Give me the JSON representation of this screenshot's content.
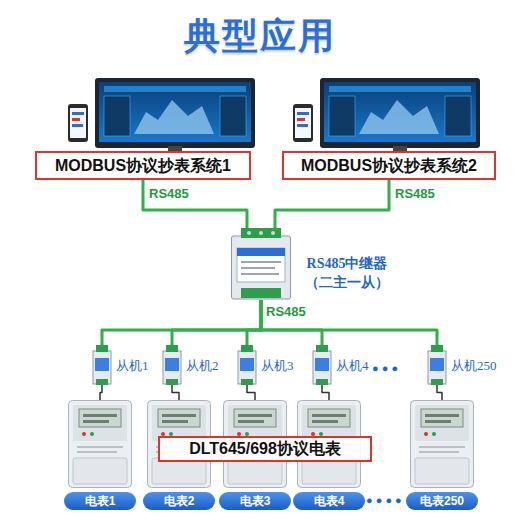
{
  "diagram": {
    "title": "典型应用",
    "nodes": [
      {
        "text": [
          "MODBUS协议抄表系统1"
        ]
      },
      {
        "text": [
          "MODBUS协议抄表系统2"
        ]
      },
      {
        "text": [
          "RS485中继器 （二主一从）"
        ]
      },
      {
        "text": [
          "从机1"
        ]
      },
      {
        "text": [
          "从机2"
        ]
      },
      {
        "text": [
          "从机3"
        ]
      },
      {
        "text": [
          "从机4"
        ]
      },
      {
        "text": [
          "从机250"
        ]
      },
      {
        "text": [
          "电表1"
        ]
      },
      {
        "text": [
          "电表2"
        ]
      },
      {
        "text": [
          "电表3"
        ]
      },
      {
        "text": [
          "电表4"
        ]
      },
      {
        "text": [
          "电表250"
        ]
      },
      {
        "text": [
          "DLT645/698协议电表"
        ]
      }
    ],
    "edges": [
      {
        "from": 0,
        "to": 2,
        "arrow": "none",
        "label": "RS485"
      },
      {
        "from": 1,
        "to": 2,
        "arrow": "none",
        "label": "RS485"
      },
      {
        "from": 2,
        "to": 3,
        "arrow": "none"
      },
      {
        "from": 2,
        "to": 4,
        "arrow": "none"
      },
      {
        "from": 2,
        "to": 5,
        "arrow": "none"
      },
      {
        "from": 2,
        "to": 6,
        "arrow": "none"
      },
      {
        "from": 2,
        "to": 7,
        "arrow": "none"
      },
      {
        "from": 3,
        "to": 8,
        "arrow": "none"
      },
      {
        "from": 4,
        "to": 9,
        "arrow": "none"
      },
      {
        "from": 5,
        "to": 10,
        "arrow": "none"
      },
      {
        "from": 6,
        "to": 11,
        "arrow": "none"
      },
      {
        "from": 7,
        "to": 12,
        "arrow": "none"
      }
    ],
    "labels": [
      "RS485",
      "● ● ●",
      "● ● ● ●"
    ]
  }
}
